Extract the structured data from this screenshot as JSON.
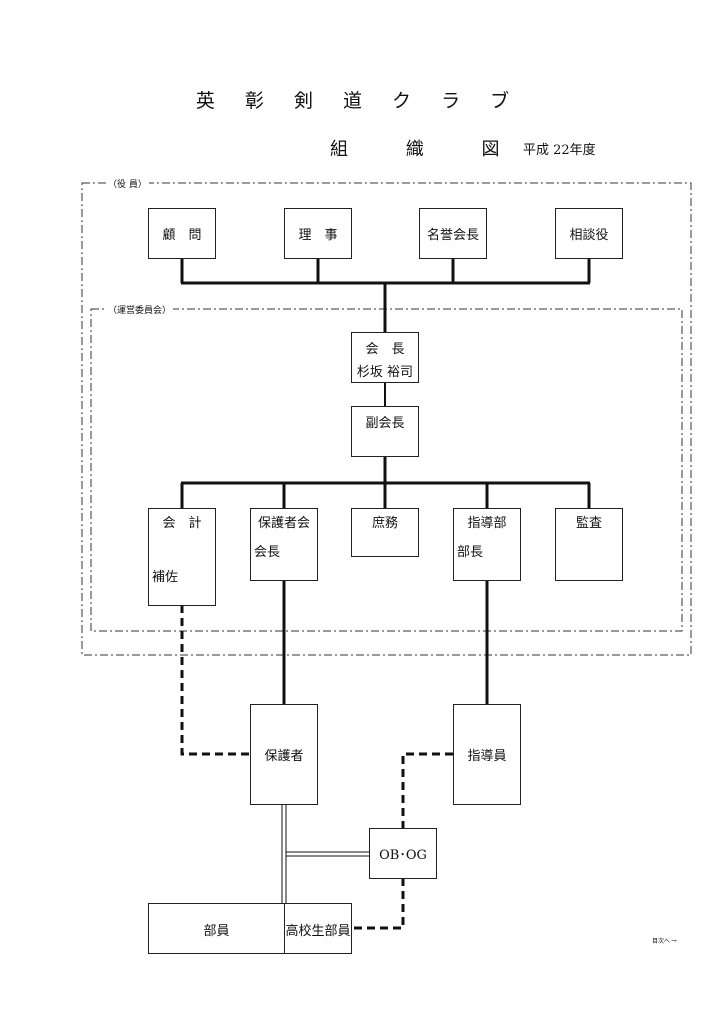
{
  "header": {
    "title": "英 彰 剣 道 ク ラ ブ",
    "subtitle": "組 織 図",
    "year": "平成 22年度"
  },
  "regions": {
    "officers": "（役 員）",
    "committee": "（運営委員会）"
  },
  "top_roles": {
    "advisor": "顧　問",
    "director": "理　事",
    "honorary_president": "名誉会長",
    "counselor": "相談役"
  },
  "president": {
    "title": "会　長",
    "name": "杉坂 裕司"
  },
  "vice_president": "副会長",
  "committee_roles": {
    "accounting": "会　計",
    "accounting_assistant": "補佐",
    "parent_association_line1": "保護者会",
    "parent_association_line2": "会長",
    "general_affairs": "庶務",
    "coaching_head_line1": "指導部",
    "coaching_head_line2": "部長",
    "auditor": "監査"
  },
  "lower": {
    "guardians": "保護者",
    "coaches": "指導員",
    "alumni": "OB･OG",
    "members": "部員",
    "high_school_members": "高校生部員"
  },
  "footer": {
    "link_text": "目次へ"
  }
}
